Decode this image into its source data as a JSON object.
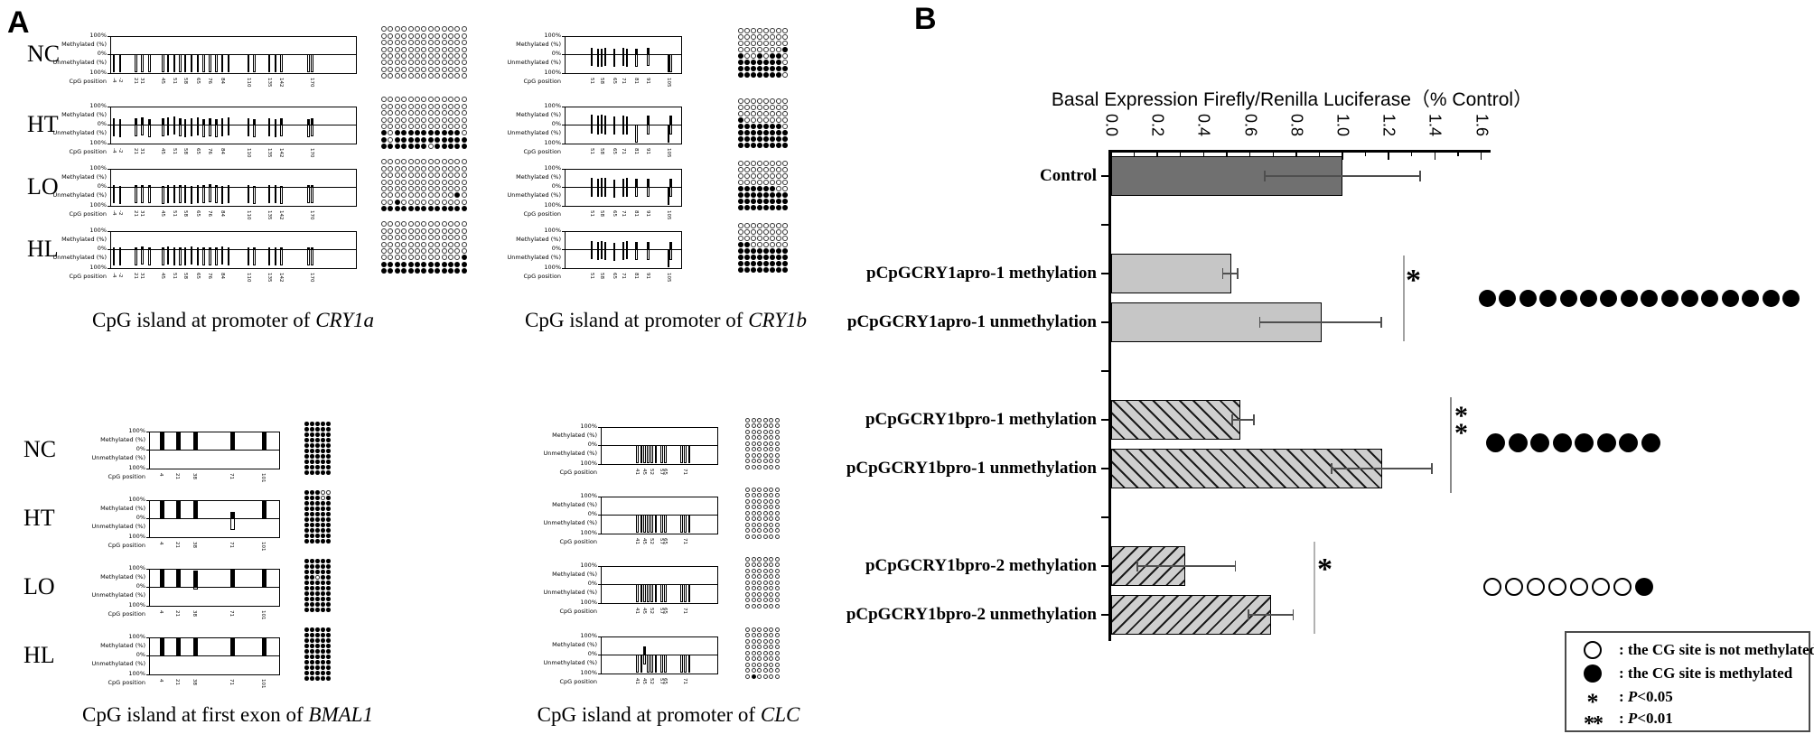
{
  "panel_a": {
    "label": "A",
    "axis_labels": {
      "hundred_top": "100%",
      "methylated": "Methylated (%)",
      "zero": "0%",
      "unmethylated": "Unmethylated (%)",
      "hundred_bottom": "100%",
      "xlabel": "CpG position"
    },
    "blocks": [
      {
        "id": "cry1a",
        "caption": {
          "plain": "CpG island at promoter of ",
          "gene": "CRY1a"
        },
        "row_labels": [
          "NC",
          "HT",
          "LO",
          "HL"
        ],
        "positions": [
          0.01,
          0.035,
          0.1,
          0.125,
          0.155,
          0.21,
          0.23,
          0.255,
          0.28,
          0.3,
          0.325,
          0.35,
          0.375,
          0.4,
          0.425,
          0.45,
          0.475,
          0.555,
          0.58,
          0.64,
          0.665,
          0.69,
          0.8,
          0.815
        ],
        "tick_fracs": [
          0.01,
          0.035,
          0.1,
          0.125,
          0.21,
          0.255,
          0.3,
          0.35,
          0.4,
          0.45,
          0.555,
          0.64,
          0.69,
          0.815
        ],
        "tick_texts": [
          "-4",
          "-2",
          "21",
          "31",
          "45",
          "51",
          "58",
          "65",
          "76",
          "84",
          "110",
          "135",
          "142",
          "170"
        ],
        "rows": [
          {
            "label": "NC",
            "meth": [
              0,
              0,
              0,
              0,
              0,
              0,
              0,
              0,
              0,
              0,
              0,
              0,
              0,
              0,
              0,
              0,
              0,
              0,
              0,
              0,
              0,
              0,
              0,
              0
            ],
            "matrix": [
              "ooooooooooooo",
              "ooooooooooooo",
              "ooooooooooooo",
              "ooooooooooooo",
              "ooooooooooooo",
              "ooooooooooooo",
              "ooooooooooooo",
              "ooooooooooooo"
            ]
          },
          {
            "label": "HT",
            "meth": [
              0.35,
              0.3,
              0.35,
              0.4,
              0.3,
              0.35,
              0.4,
              0.45,
              0.35,
              0.3,
              0.35,
              0.4,
              0.3,
              0.35,
              0.3,
              0.35,
              0.4,
              0.35,
              0.3,
              0.35,
              0.3,
              0.35,
              0.3,
              0.35
            ],
            "matrix": [
              "ooooooooooooo",
              "ooooooooooooo",
              "ooooooooooooo",
              "ooooooooooooo",
              "ooooooooooooo",
              "xoxxxxxxxxxxo",
              "xoxxxxxxxxxxx",
              "xxxxxxxoxxxxx"
            ]
          },
          {
            "label": "LO",
            "meth": [
              0.08,
              0.06,
              0.08,
              0.1,
              0.08,
              0.06,
              0.12,
              0.08,
              0.1,
              0.08,
              0.06,
              0.1,
              0.08,
              0.15,
              0.08,
              0.06,
              0.1,
              0.08,
              0.06,
              0.1,
              0.08,
              0.06,
              0.08,
              0.1
            ],
            "matrix": [
              "ooooooooooooo",
              "ooooooooooooo",
              "ooooooooooooo",
              "ooooooooooooo",
              "ooooooooooooo",
              "oooooooooooxo",
              "ooxoooooooooo",
              "xxxxxxxxxxxxx"
            ]
          },
          {
            "label": "HL",
            "meth": [
              0.12,
              0.1,
              0.12,
              0.15,
              0.1,
              0.12,
              0.15,
              0.12,
              0.1,
              0.12,
              0.15,
              0.1,
              0.12,
              0.1,
              0.12,
              0.15,
              0.1,
              0.12,
              0.1,
              0.12,
              0.12,
              0.1,
              0.12,
              0.1
            ],
            "matrix": [
              "ooooooooooooo",
              "ooooooooooooo",
              "ooooooooooooo",
              "ooooooooooooo",
              "ooooooooooooo",
              "oooooooooooox",
              "xxxxxxxxxxxxx",
              "xxxxxxxxxxxxx"
            ]
          }
        ]
      },
      {
        "id": "cry1b",
        "caption": {
          "plain": "CpG island at promoter of ",
          "gene": "CRY1b"
        },
        "positions": [
          0.22,
          0.275,
          0.305,
          0.335,
          0.415,
          0.49,
          0.52,
          0.6,
          0.7,
          0.875,
          0.895
        ],
        "tick_fracs": [
          0.22,
          0.305,
          0.415,
          0.49,
          0.6,
          0.7,
          0.875
        ],
        "tick_texts": [
          "51",
          "58",
          "65",
          "71",
          "81",
          "91",
          "105"
        ],
        "rows": [
          {
            "label": "NC",
            "meth": [
              0.35,
              0.3,
              0.3,
              0.35,
              0.3,
              0.35,
              0.3,
              0.3,
              0.35,
              0,
              0
            ],
            "matrix": [
              "oooooooo",
              "oooooooo",
              "oooooooo",
              "ooooooox",
              "xooxoxxo",
              "xxxxxxxo",
              "xxxxxxxx",
              "xxxxxxxo"
            ]
          },
          {
            "label": "HT",
            "meth": [
              0.55,
              0.5,
              0.55,
              0.5,
              0.45,
              0.5,
              0.45,
              0,
              0.5,
              0,
              0.5
            ],
            "matrix": [
              "oooooooo",
              "oooooooo",
              "oooooooo",
              "xooooooo",
              "xxxxxxxo",
              "xxxxxxxx",
              "xxxxxxxx",
              "xxxxxxxx"
            ]
          },
          {
            "label": "LO",
            "meth": [
              0.5,
              0.45,
              0.5,
              0.5,
              0.4,
              0.45,
              0.5,
              0.45,
              0.45,
              0,
              0.45
            ],
            "matrix": [
              "oooooooo",
              "oooooooo",
              "oooooooo",
              "oooooooo",
              "xxxxxxoo",
              "xxxxxxxx",
              "xxxxxxxx",
              "xxxxxxxx"
            ]
          },
          {
            "label": "HL",
            "meth": [
              0.45,
              0.4,
              0.45,
              0.4,
              0.35,
              0.4,
              0.45,
              0.4,
              0.4,
              0,
              0.4
            ],
            "matrix": [
              "oooooooo",
              "oooooooo",
              "oooooooo",
              "xxoooooo",
              "xxxxxxxx",
              "xxxxxxxx",
              "xxxxxxxx",
              "xxxxxxxx"
            ]
          }
        ]
      },
      {
        "id": "bmal1",
        "caption": {
          "plain": "CpG island at first exon of ",
          "gene": "BMAL1"
        },
        "row_labels": [
          "NC",
          "HT",
          "LO",
          "HL"
        ],
        "positions": [
          0.08,
          0.21,
          0.34,
          0.62,
          0.86
        ],
        "tick_fracs": [
          0.08,
          0.21,
          0.34,
          0.62,
          0.86
        ],
        "tick_texts": [
          "4",
          "21",
          "38",
          "71",
          "101"
        ],
        "rows": [
          {
            "label": "NC",
            "meth": [
              1,
              1,
              1,
              1,
              1
            ],
            "matrix": [
              "xxxxx",
              "xxxxx",
              "xxxxx",
              "xxxxx",
              "xxxxx",
              "xxxxx",
              "xxxxx",
              "xxxxx",
              "xxxxx",
              "xxxxx"
            ]
          },
          {
            "label": "HT",
            "meth": [
              1,
              1,
              1,
              0.35,
              1
            ],
            "matrix": [
              "xxxoo",
              "xxxox",
              "xxxxx",
              "xxxxx",
              "xxxxx",
              "xxxxx",
              "xxxxx",
              "xxxxx",
              "xxxxx",
              "xxxxx"
            ]
          },
          {
            "label": "LO",
            "meth": [
              1,
              1,
              0.92,
              1,
              1
            ],
            "matrix": [
              "xxxxx",
              "xxxxx",
              "xxxxx",
              "xxoxx",
              "xxxxx",
              "xxxxx",
              "xxxxx",
              "xxxxx",
              "xxxxx",
              "xxxxx"
            ]
          },
          {
            "label": "HL",
            "meth": [
              1,
              1,
              1,
              1,
              1
            ],
            "matrix": [
              "xxxxx",
              "xxxxx",
              "xxxxx",
              "xxxxx",
              "xxxxx",
              "xxxxx",
              "xxxxx",
              "xxxxx",
              "xxxxx",
              "xxxxx"
            ]
          }
        ]
      },
      {
        "id": "clc",
        "caption": {
          "plain": "CpG island at promoter of ",
          "gene": "CLC"
        },
        "positions": [
          0.3,
          0.335,
          0.365,
          0.395,
          0.425,
          0.46,
          0.51,
          0.54,
          0.68,
          0.71,
          0.745
        ],
        "tick_fracs": [
          0.3,
          0.365,
          0.425,
          0.51,
          0.54,
          0.71
        ],
        "tick_texts": [
          "41",
          "45",
          "52",
          "57",
          "65",
          "71"
        ],
        "rows": [
          {
            "label": "NC",
            "meth": [
              0,
              0,
              0,
              0,
              0,
              0,
              0,
              0,
              0,
              0,
              0
            ],
            "matrix": [
              "oooooo",
              "oooooo",
              "oooooo",
              "oooooo",
              "oooooo",
              "oooooo",
              "oooooo",
              "oooooo",
              "oooooo"
            ]
          },
          {
            "label": "HT",
            "meth": [
              0,
              0,
              0,
              0,
              0,
              0,
              0,
              0,
              0,
              0,
              0
            ],
            "matrix": [
              "oooooo",
              "oooooo",
              "oooooo",
              "oooooo",
              "oooooo",
              "oooooo",
              "oooooo",
              "oooooo",
              "oooooo"
            ]
          },
          {
            "label": "LO",
            "meth": [
              0,
              0,
              0,
              0,
              0,
              0,
              0,
              0,
              0,
              0,
              0
            ],
            "matrix": [
              "oooooo",
              "oooooo",
              "oooooo",
              "oooooo",
              "oooooo",
              "oooooo",
              "oooooo",
              "oooooo",
              "oooooo"
            ]
          },
          {
            "label": "HL",
            "meth": [
              0,
              0,
              0.45,
              0,
              0,
              0,
              0,
              0,
              0,
              0,
              0
            ],
            "matrix": [
              "oooooo",
              "oooooo",
              "oooooo",
              "oooooo",
              "oooooo",
              "oooooo",
              "oooooo",
              "oooooo",
              "oxoooo"
            ]
          }
        ]
      }
    ]
  },
  "panel_b": {
    "label": "B",
    "chart_data": {
      "type": "bar",
      "orientation": "horizontal",
      "title": "Basal Expression Firefly/Renilla Luciferase（% Control）",
      "xlim": [
        0,
        1.6
      ],
      "xtick_labels": [
        "0.0",
        "0.2",
        "0.4",
        "0.6",
        "0.8",
        "1.0",
        "1.2",
        "1.4",
        "1.6"
      ],
      "grid": false,
      "categories": [
        "Control",
        "pCpGCRY1apro-1 methylation",
        "pCpGCRY1apro-1 unmethylation",
        "pCpGCRY1bpro-1 methylation",
        "pCpGCRY1bpro-1 unmethylation",
        "pCpGCRY1bpro-2 methylation",
        "pCpGCRY1bpro-2 unmethylation"
      ],
      "values": [
        1.0,
        0.52,
        0.91,
        0.56,
        1.17,
        0.32,
        0.69
      ],
      "error_low": [
        0.66,
        0.48,
        0.64,
        0.52,
        0.95,
        0.11,
        0.59
      ],
      "error_high": [
        1.34,
        0.55,
        1.17,
        0.62,
        1.39,
        0.54,
        0.79
      ],
      "bar_styles": [
        "solid-dark",
        "solid-light",
        "solid-light",
        "hatch-back",
        "hatch-back",
        "hatch-fwd",
        "hatch-fwd"
      ],
      "bar_colors": {
        "solid_dark": "#707070",
        "solid_light": "#c6c6c6",
        "hatch_base": "#cfcfcf"
      },
      "significance": [
        {
          "pair": [
            "pCpGCRY1apro-1 methylation",
            "pCpGCRY1apro-1 unmethylation"
          ],
          "marker": "*"
        },
        {
          "pair": [
            "pCpGCRY1bpro-1 methylation",
            "pCpGCRY1bpro-1 unmethylation"
          ],
          "marker": "**"
        },
        {
          "pair": [
            "pCpGCRY1bpro-2 methylation",
            "pCpGCRY1bpro-2 unmethylation"
          ],
          "marker": "*"
        }
      ],
      "methylation_dots": [
        {
          "group": "pCpGCRY1apro-1",
          "pattern": "ffffffffffffffff"
        },
        {
          "group": "pCpGCRY1bpro-1",
          "pattern": "ffffffff"
        },
        {
          "group": "pCpGCRY1bpro-2",
          "pattern": "ooooooof"
        }
      ]
    }
  },
  "legend": {
    "rows": [
      {
        "symbol": "open-circle",
        "prefix": ": the CG site is not methylated",
        "italic": "",
        "suffix": ""
      },
      {
        "symbol": "filled-circle",
        "prefix": ": the CG site is methylated",
        "italic": "",
        "suffix": ""
      },
      {
        "symbol": "*",
        "prefix": ": ",
        "italic": "P",
        "suffix": "<0.05"
      },
      {
        "symbol": "**",
        "prefix": ": ",
        "italic": "P",
        "suffix": "<0.01"
      }
    ]
  }
}
